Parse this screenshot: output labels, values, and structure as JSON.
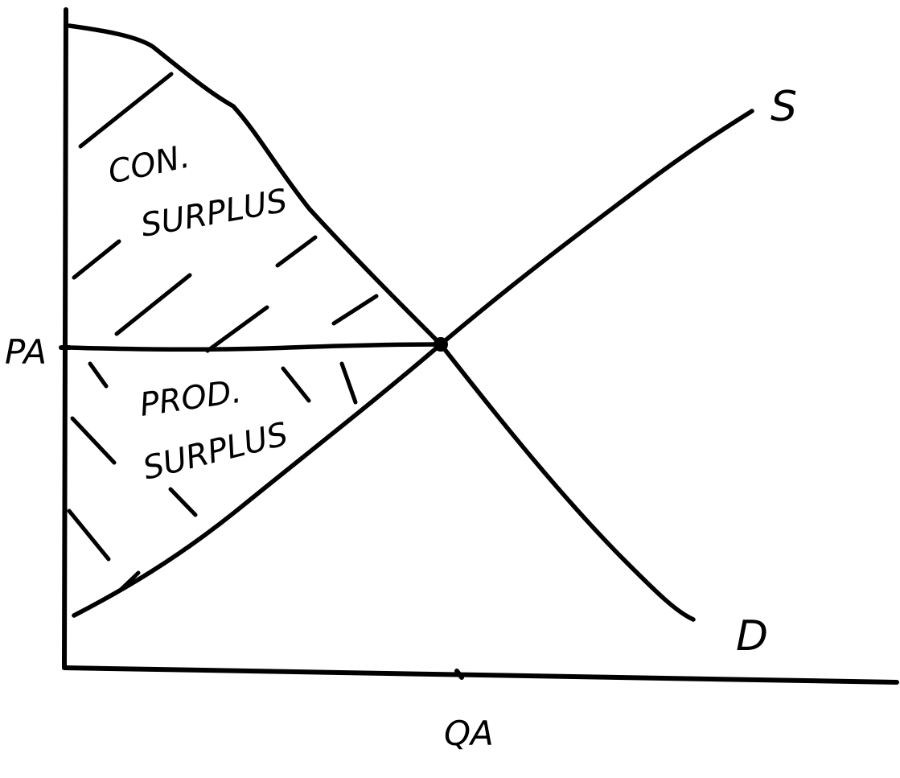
{
  "diagram": {
    "type": "supply-demand",
    "ink_color": "#000000",
    "background_color": "#ffffff",
    "labels": {
      "supply_curve": "S",
      "demand_curve": "D",
      "price_axis": "PA",
      "quantity_axis": "QA",
      "consumer_surplus_line1": "CON.",
      "consumer_surplus_line2": "SURPLUS",
      "producer_surplus_line1": "PROD.",
      "producer_surplus_line2": "SURPLUS"
    }
  }
}
